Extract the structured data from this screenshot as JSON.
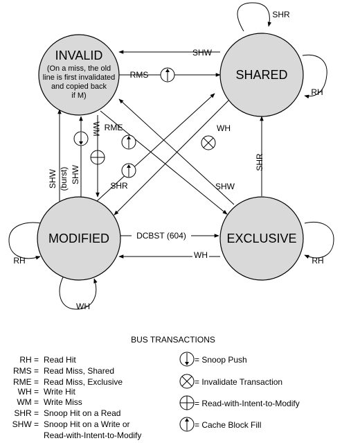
{
  "states": {
    "invalid": {
      "name": "INVALID",
      "note": [
        "(On a miss, the old",
        "line is first invalidated",
        "and copied back",
        "if M)"
      ]
    },
    "shared": {
      "name": "SHARED"
    },
    "modified": {
      "name": "MODIFIED"
    },
    "exclusive": {
      "name": "EXCLUSIVE"
    }
  },
  "edge_labels": {
    "shw_inv_sh": "SHW",
    "rms": "RMS",
    "shr_sh_self": "SHR",
    "rh_sh_self": "RH",
    "rme": "RME",
    "wm": "WM",
    "wh_sh_mod": "WH",
    "shr_ex_sh": "SHR",
    "shw_mod_inv_burst": "SHW",
    "burst": "(burst)",
    "shw_mod_inv": "SHW",
    "shr_mod_sh": "SHR",
    "shw_sh_ex": "SHW",
    "dcbst": "DCBST (604)",
    "wh_ex_mod": "WH",
    "rh_mod_self": "RH",
    "wh_mod_self": "WH",
    "rh_ex_self": "RH"
  },
  "legend": {
    "title": "BUS TRANSACTIONS",
    "abbreviations": [
      {
        "abbr": "RH =",
        "desc": "Read Hit"
      },
      {
        "abbr": "RMS =",
        "desc": "Read Miss, Shared"
      },
      {
        "abbr": "RME =",
        "desc": "Read Miss, Exclusive"
      },
      {
        "abbr": "WH =",
        "desc": "Write Hit"
      },
      {
        "abbr": "WM =",
        "desc": "Write Miss"
      },
      {
        "abbr": "SHR =",
        "desc": "Snoop Hit on a Read"
      },
      {
        "abbr": "SHW =",
        "desc": "Snoop Hit on a Write or"
      }
    ],
    "abbreviation_continuation": "Read-with-Intent-to-Modify",
    "symbols": [
      {
        "icon": "snoop-push-icon",
        "label": "= Snoop Push"
      },
      {
        "icon": "invalidate-transaction-icon",
        "label": "= Invalidate Transaction"
      },
      {
        "icon": "read-with-intent-to-modify-icon",
        "label": "= Read-with-Intent-to-Modify"
      },
      {
        "icon": "cache-block-fill-icon",
        "label": "= Cache Block Fill"
      }
    ]
  }
}
